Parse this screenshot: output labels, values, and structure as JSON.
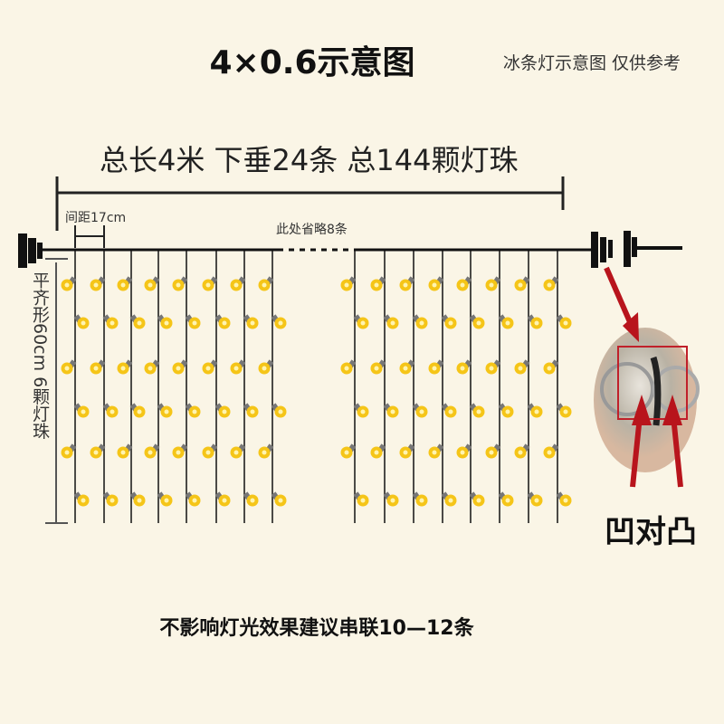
{
  "title": "4×0.6示意图",
  "note": "冰条灯示意图 仅供参考",
  "total_label": "总长4米 下垂24条 总144颗灯珠",
  "spacing_label": "间距17cm",
  "omitted_label": "此处省略8条",
  "height_label": "平齐形60cm 6颗灯珠",
  "connector_caption": "凹对凸",
  "bottom_note": "不影响灯光效果建议串联10—12条",
  "diagram": {
    "strands_shown": 16,
    "bulbs_per_strand": 6
  },
  "colors": {
    "bulb": "#f5c518",
    "line": "#111111",
    "arrow": "#b8141c",
    "background": "#faf5e6"
  }
}
